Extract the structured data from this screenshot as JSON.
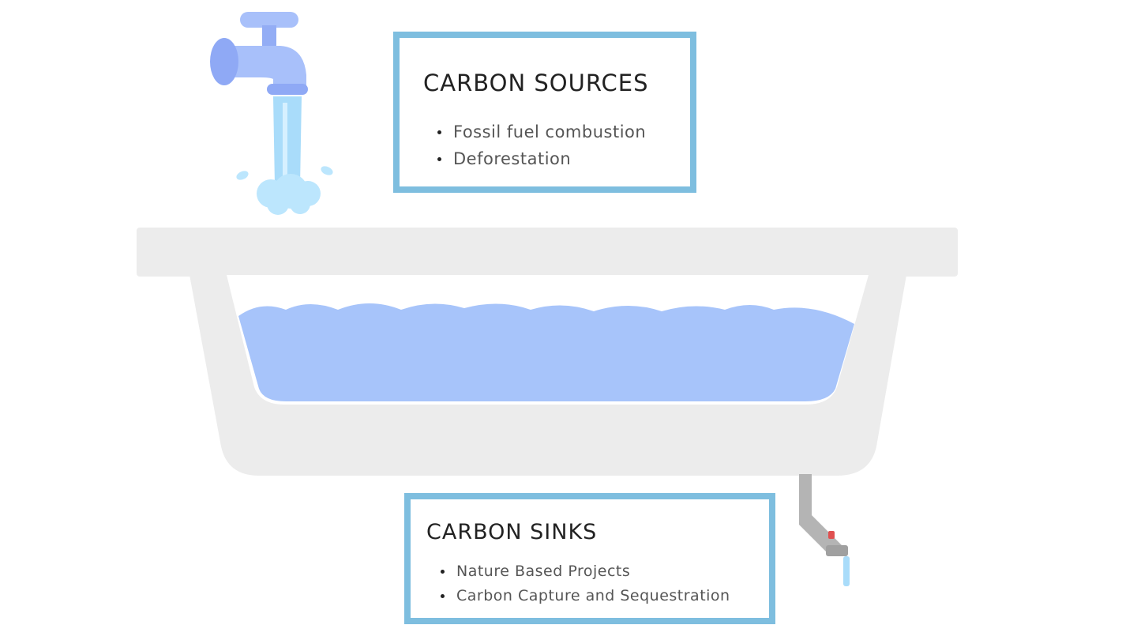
{
  "sources": {
    "title": "CARBON SOURCES",
    "items": [
      "Fossil fuel combustion",
      "Deforestation"
    ]
  },
  "sinks": {
    "title": "CARBON SINKS",
    "items": [
      "Nature Based Projects",
      "Carbon Capture and Sequestration"
    ]
  },
  "icons": {
    "faucet": "faucet-icon",
    "bathtub": "bathtub-icon",
    "drain": "drain-pipe-icon"
  },
  "colors": {
    "box_border": "#7ebedf",
    "water": "#a7c4fa",
    "tub": "#ececec",
    "faucet": "#8fa9f5",
    "stream": "#a9dcfa"
  }
}
